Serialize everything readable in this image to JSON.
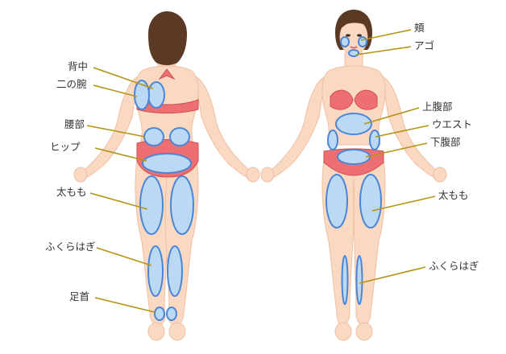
{
  "colors": {
    "skin": "#fad9c3",
    "skin_shadow": "#efbfa1",
    "hair": "#5a3a24",
    "bikini": "#ee6f72",
    "bikini_dark": "#cf4f55",
    "zone_fill": "#bcd9f3",
    "zone_stroke": "#4a86d8",
    "leader": "#b69418",
    "text": "#333333"
  },
  "back_view": {
    "labels": {
      "back": "背中",
      "upper_arm": "二の腕",
      "waist": "腰部",
      "hip": "ヒップ",
      "thigh": "太もも",
      "calf": "ふくらはぎ",
      "ankle": "足首"
    }
  },
  "front_view": {
    "labels": {
      "cheek": "頬",
      "jaw": "アゴ",
      "upper_abdomen": "上腹部",
      "waist": "ウエスト",
      "lower_abdomen": "下腹部",
      "thigh": "太もも",
      "calf": "ふくらはぎ"
    }
  }
}
